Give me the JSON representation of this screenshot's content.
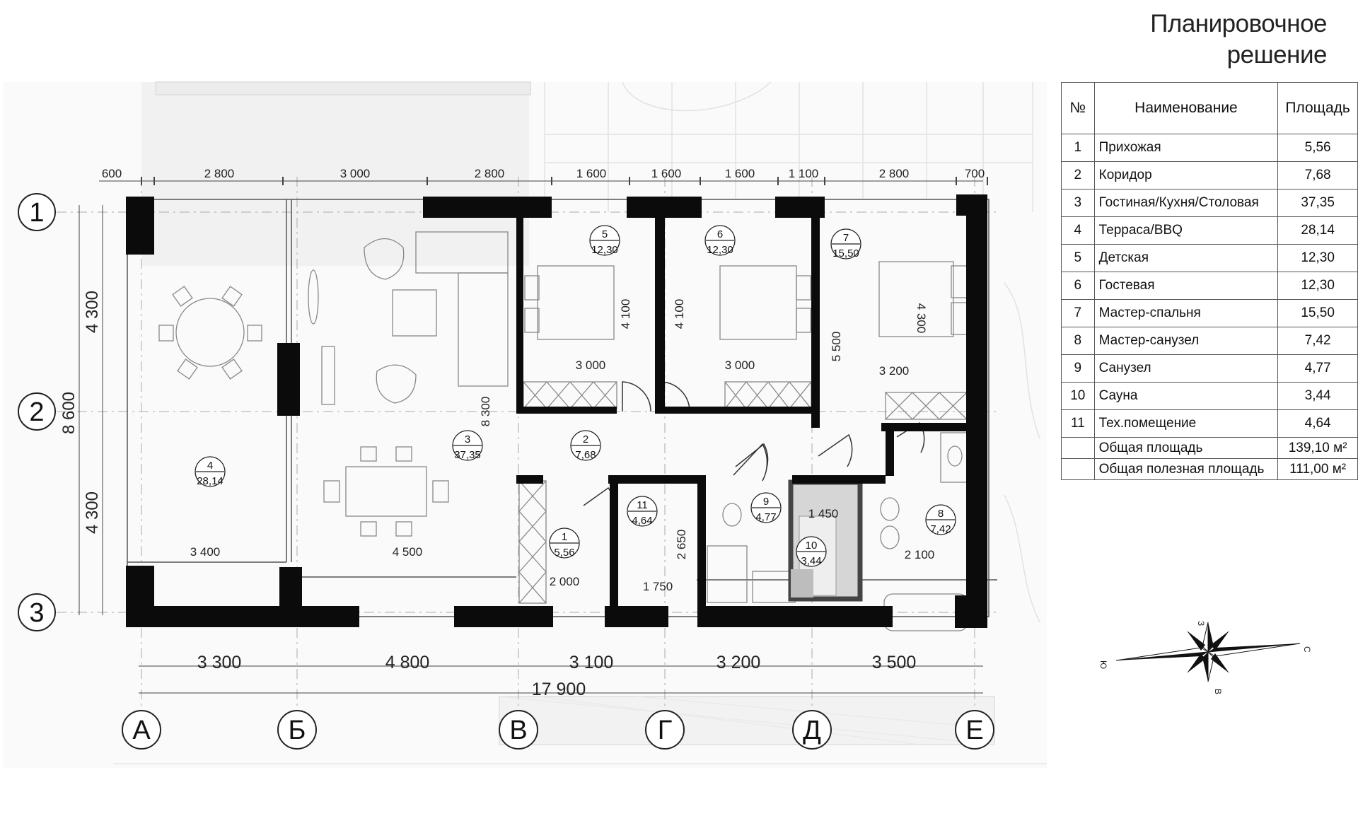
{
  "title": {
    "line1": "Планировочное",
    "line2": "решение"
  },
  "table": {
    "headers": [
      "№",
      "Наименование",
      "Площадь"
    ],
    "rows": [
      {
        "n": "1",
        "name": "Прихожая",
        "area": "5,56"
      },
      {
        "n": "2",
        "name": "Коридор",
        "area": "7,68"
      },
      {
        "n": "3",
        "name": "Гостиная/Кухня/Столовая",
        "area": "37,35"
      },
      {
        "n": "4",
        "name": "Терраса/BBQ",
        "area": "28,14"
      },
      {
        "n": "5",
        "name": "Детская",
        "area": "12,30"
      },
      {
        "n": "6",
        "name": "Гостевая",
        "area": "12,30"
      },
      {
        "n": "7",
        "name": "Мастер-спальня",
        "area": "15,50"
      },
      {
        "n": "8",
        "name": "Мастер-санузел",
        "area": "7,42"
      },
      {
        "n": "9",
        "name": "Санузел",
        "area": "4,77"
      },
      {
        "n": "10",
        "name": "Сауна",
        "area": "3,44"
      },
      {
        "n": "11",
        "name": "Тех.помещение",
        "area": "4,64"
      }
    ],
    "totals": [
      {
        "name": "Общая площадь",
        "area": "139,10 м²"
      },
      {
        "name": "Общая полезная площадь",
        "area": "111,00 м²"
      }
    ]
  },
  "axes": {
    "rows": [
      "1",
      "2",
      "3"
    ],
    "cols": [
      "А",
      "Б",
      "В",
      "Г",
      "Д",
      "Е"
    ]
  },
  "dimensions": {
    "top": [
      "600",
      "2 800",
      "3 000",
      "2 800",
      "1 600",
      "1 600",
      "1 600",
      "1 100",
      "2 800",
      "700"
    ],
    "bottom": [
      "3 300",
      "4 800",
      "3 100",
      "3 200",
      "3 500"
    ],
    "overall_width": "17 900",
    "left_parts": [
      "4 300",
      "4 300"
    ],
    "overall_height": "8 600",
    "interior": [
      "3 400",
      "4 500",
      "8 300",
      "4 100",
      "4 100",
      "3 000",
      "3 000",
      "5 500",
      "4 300",
      "3 200",
      "2 000",
      "2 650",
      "1 750",
      "1 450",
      "2 100"
    ]
  },
  "rooms": [
    {
      "n": "1",
      "area": "5,56"
    },
    {
      "n": "2",
      "area": "7,68"
    },
    {
      "n": "3",
      "area": "37,35"
    },
    {
      "n": "4",
      "area": "28,14"
    },
    {
      "n": "5",
      "area": "12,30"
    },
    {
      "n": "6",
      "area": "12,30"
    },
    {
      "n": "7",
      "area": "15,50"
    },
    {
      "n": "8",
      "area": "7,42"
    },
    {
      "n": "9",
      "area": "4,77"
    },
    {
      "n": "10",
      "area": "3,44"
    },
    {
      "n": "11",
      "area": "4,64"
    }
  ],
  "compass": {
    "n": "С",
    "s": "Ю",
    "e": "В",
    "w": "З"
  }
}
